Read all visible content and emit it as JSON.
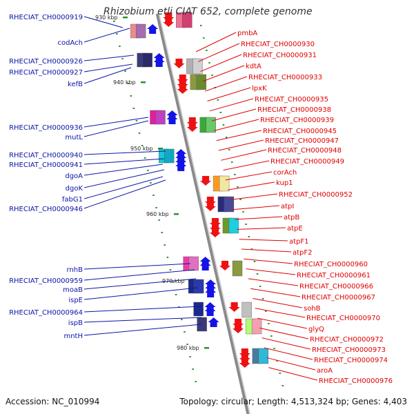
{
  "title": "Rhizobium etli CIAT 652, complete genome",
  "footer": {
    "accession": "Accession: NC_010994",
    "summary": "Topology: circular; Length: 4,513,324 bp; Genes: 4,403"
  },
  "colors": {
    "spine": "#8a8a8a",
    "forward_label": "#0a14a8",
    "reverse_label": "#e00000",
    "scale_label": "#222222",
    "tick": "#2f8f2f",
    "forward_arrow": "#1414e6",
    "reverse_arrow": "#ee1111"
  },
  "scale_labels": [
    "930 kbp",
    "940 kbp",
    "950 kbp",
    "960 kbp",
    "970 kbp",
    "980 kbp"
  ],
  "forward_genes": [
    "RHECIAT_CH0000919",
    "codAch",
    "RHECIAT_CH0000926",
    "RHECIAT_CH0000927",
    "kefB",
    "RHECIAT_CH0000936",
    "mutL",
    "RHECIAT_CH0000940",
    "RHECIAT_CH0000941",
    "dgoA",
    "dgoK",
    "fabG1",
    "RHECIAT_CH0000946",
    "rnhB",
    "RHECIAT_CH0000959",
    "moaB",
    "ispE",
    "RHECIAT_CH0000964",
    "ispB",
    "mntH"
  ],
  "reverse_genes": [
    "pmbA",
    "RHECIAT_CH0000930",
    "RHECIAT_CH0000931",
    "kdtA",
    "RHECIAT_CH0000933",
    "lpxK",
    "RHECIAT_CH0000935",
    "RHECIAT_CH0000938",
    "RHECIAT_CH0000939",
    "RHECIAT_CH0000945",
    "RHECIAT_CH0000947",
    "RHECIAT_CH0000948",
    "RHECIAT_CH0000949",
    "corAch",
    "kup1",
    "RHECIAT_CH0000952",
    "atpI",
    "atpB",
    "atpE",
    "atpF1",
    "atpF2",
    "RHECIAT_CH0000960",
    "RHECIAT_CH0000961",
    "RHECIAT_CH0000966",
    "RHECIAT_CH0000967",
    "sohB",
    "RHECIAT_CH0000970",
    "glyQ",
    "RHECIAT_CH0000972",
    "RHECIAT_CH0000973",
    "RHECIAT_CH0000974",
    "aroA",
    "RHECIAT_CH0000976"
  ]
}
